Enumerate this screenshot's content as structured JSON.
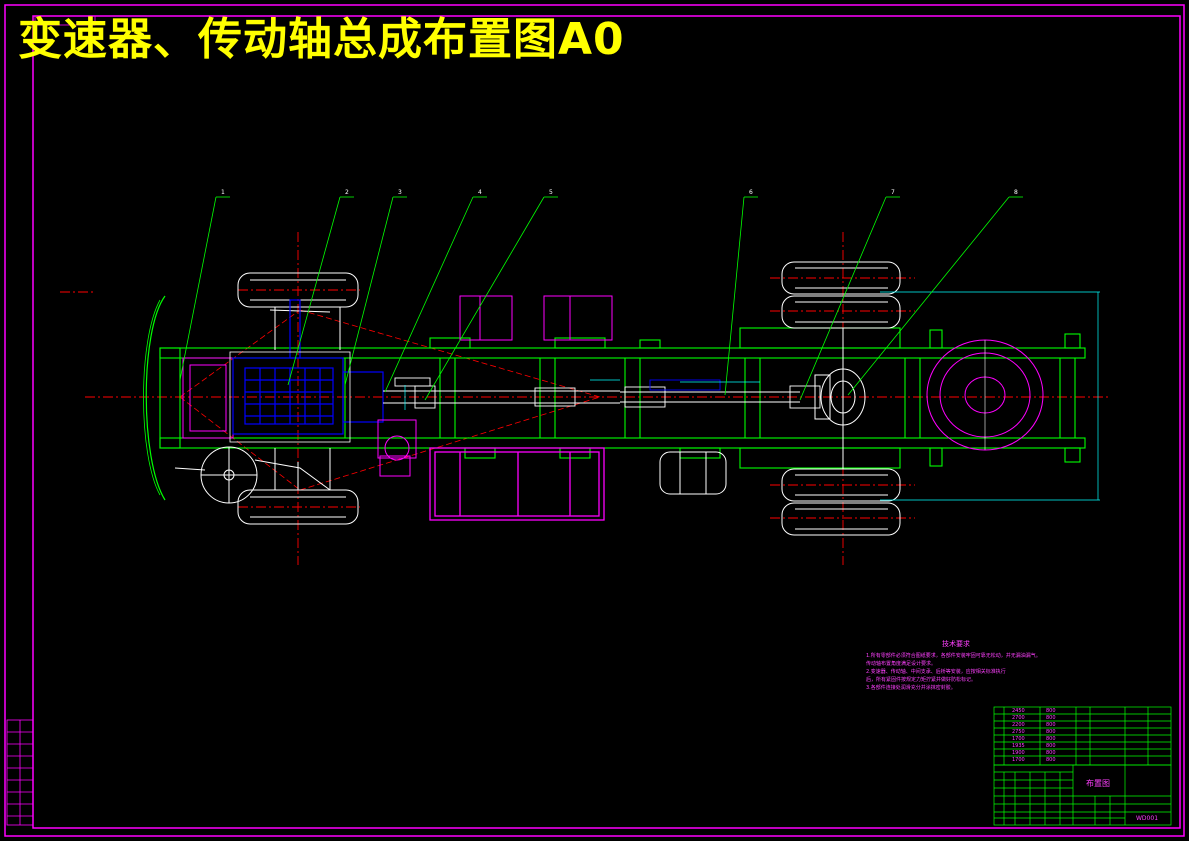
{
  "drawing": {
    "title": "变速器、传动轴总成布置图A0",
    "balloons": [
      "1",
      "2",
      "3",
      "4",
      "5",
      "6",
      "7",
      "8"
    ],
    "technical_requirements": {
      "heading": "技术要求",
      "items": [
        "1.所有零部件必须符合图纸要求，各部件安装牢固可靠无松动，并无漏油漏气。",
        "  传动轴布置角度满足设计要求。",
        "2.变速器、传动轴、中间支承、后桥等安装，应按相关标准执行",
        "  后，所有紧固件按规定力矩拧紧并做好防松标记。",
        "3.各部件连接处润滑充分并涂抹密封胶。"
      ]
    },
    "dimension_table": [
      [
        "2450",
        "800"
      ],
      [
        "2700",
        "800"
      ],
      [
        "2200",
        "800"
      ],
      [
        "2750",
        "800"
      ],
      [
        "1700",
        "800"
      ],
      [
        "1935",
        "800"
      ],
      [
        "1900",
        "800"
      ],
      [
        "1700",
        "800"
      ]
    ],
    "title_block": {
      "drawing_name": "布置图",
      "drawing_number": "WD001"
    }
  },
  "colors": {
    "frame": "#ff00ff",
    "chassis": "#00ff00",
    "wheels": "#ffffff",
    "centerline": "#ff0000",
    "gearbox": "#0000ff",
    "title": "#ffff00",
    "dimensions": "#00ffff"
  }
}
